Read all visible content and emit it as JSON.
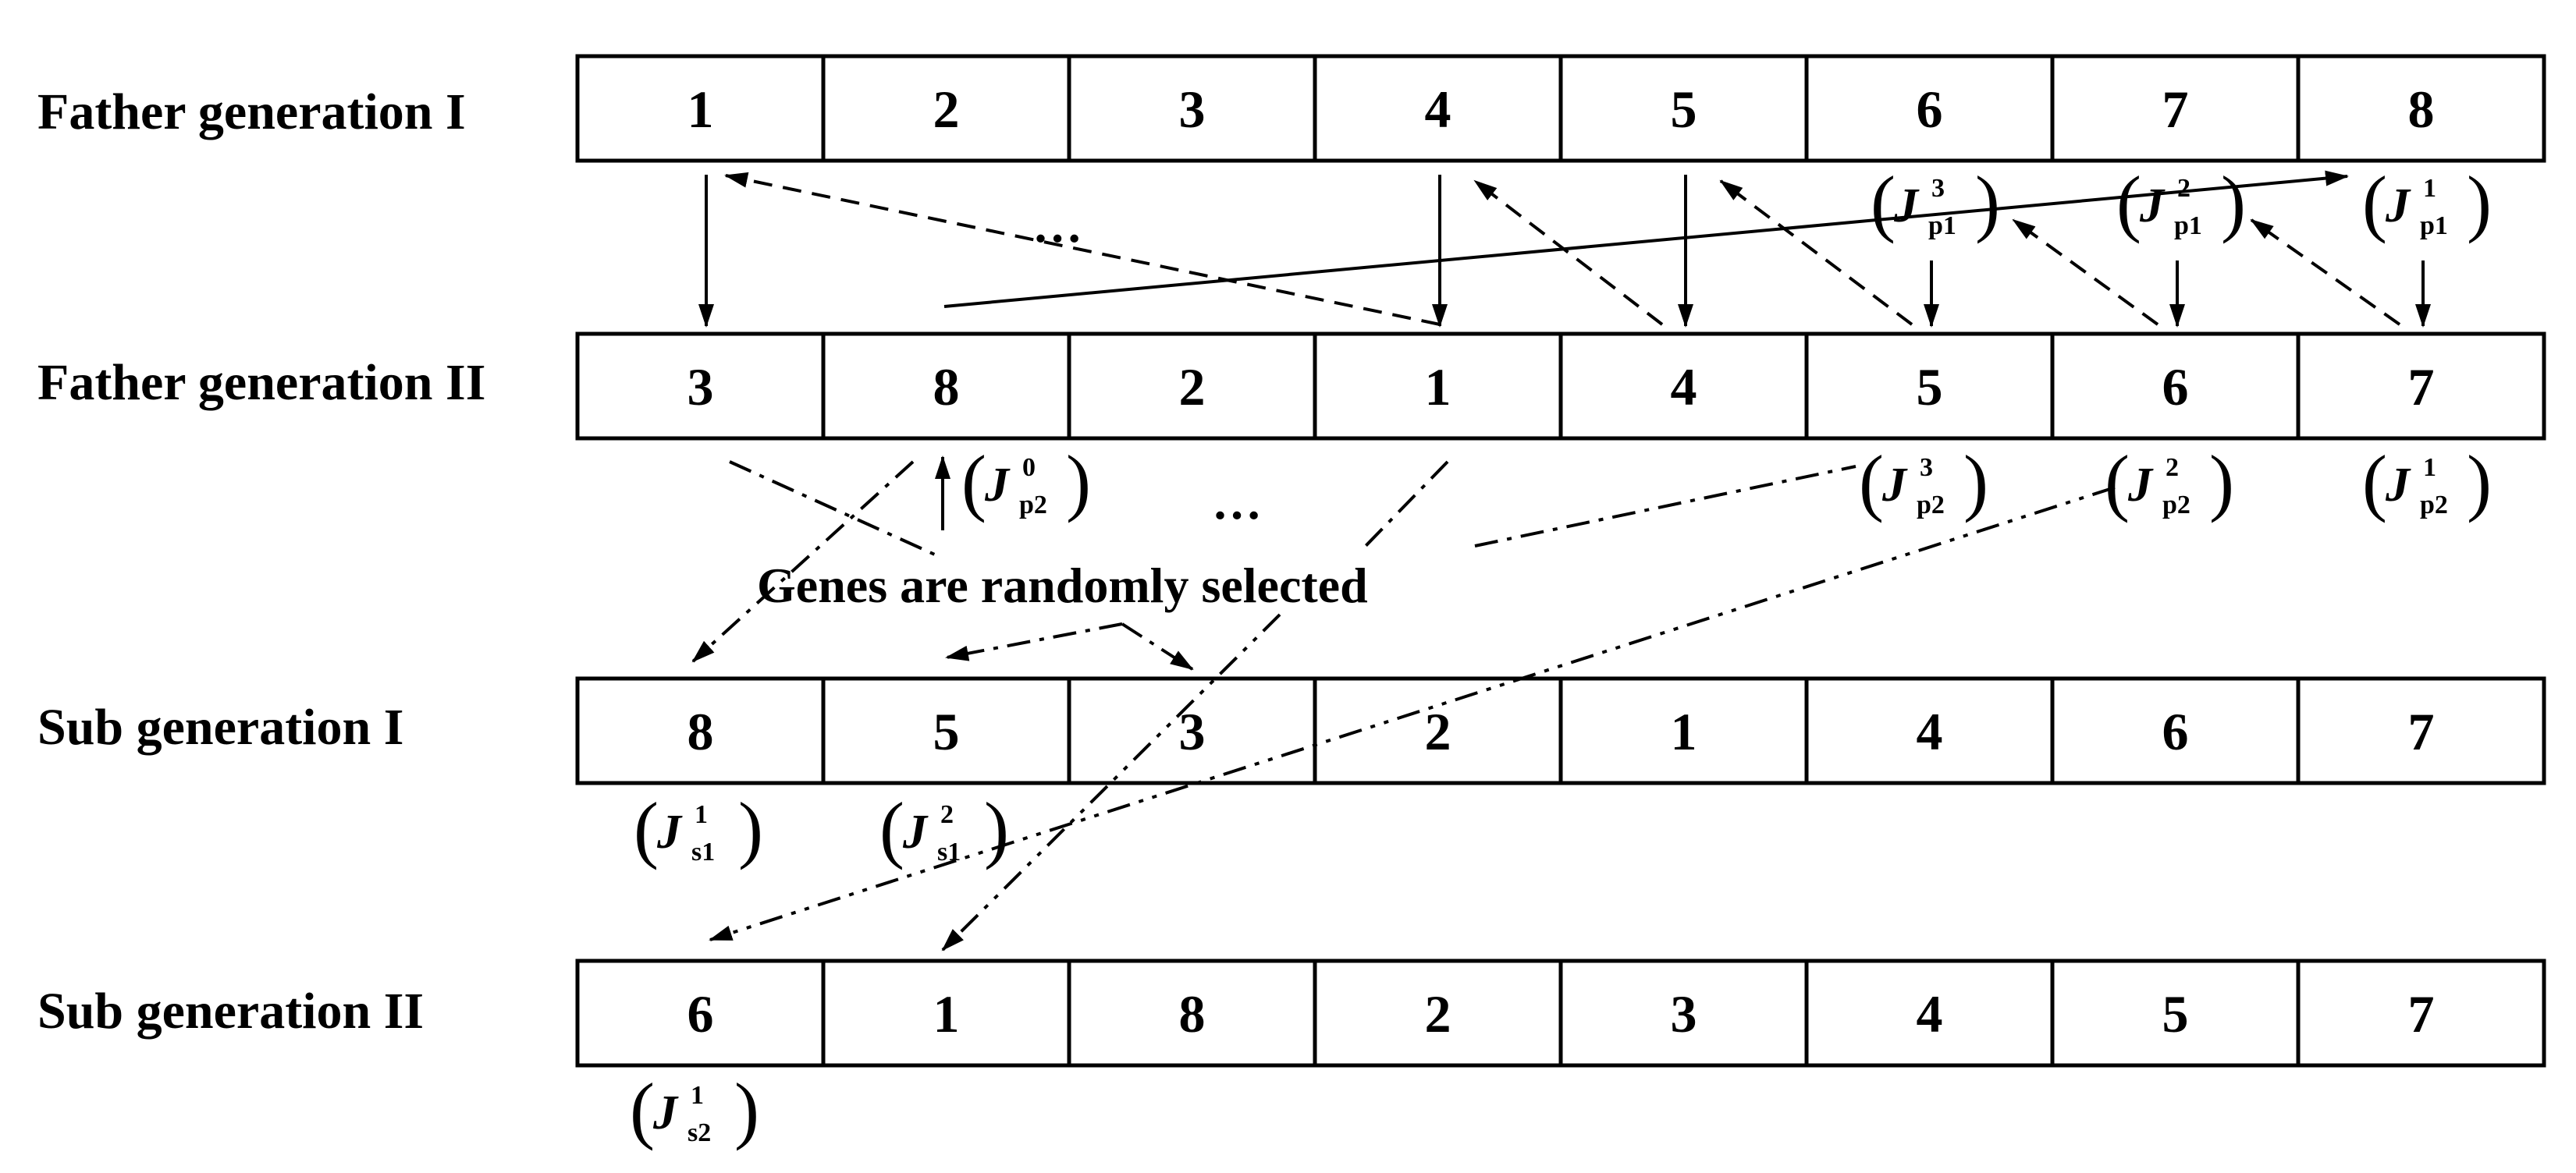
{
  "rows": [
    {
      "id": "father-generation-1",
      "label": "Father generation I",
      "genes": [
        "1",
        "2",
        "3",
        "4",
        "5",
        "6",
        "7",
        "8"
      ]
    },
    {
      "id": "father-generation-2",
      "label": "Father generation II",
      "genes": [
        "3",
        "8",
        "2",
        "1",
        "4",
        "5",
        "6",
        "7"
      ]
    },
    {
      "id": "sub-generation-1",
      "label": "Sub generation I",
      "genes": [
        "8",
        "5",
        "3",
        "2",
        "1",
        "4",
        "6",
        "7"
      ]
    },
    {
      "id": "sub-generation-2",
      "label": "Sub generation II",
      "genes": [
        "6",
        "1",
        "8",
        "2",
        "3",
        "4",
        "5",
        "7"
      ]
    }
  ],
  "note": "Genes are randomly selected",
  "ellipses": [
    "…",
    "…"
  ],
  "symbols": [
    {
      "id": "jp1-3",
      "base": "J",
      "sup": "3",
      "sub": "p1"
    },
    {
      "id": "jp1-2",
      "base": "J",
      "sup": "2",
      "sub": "p1"
    },
    {
      "id": "jp1-1",
      "base": "J",
      "sup": "1",
      "sub": "p1"
    },
    {
      "id": "jp2-0",
      "base": "J",
      "sup": "0",
      "sub": "p2"
    },
    {
      "id": "jp2-3",
      "base": "J",
      "sup": "3",
      "sub": "p2"
    },
    {
      "id": "jp2-2",
      "base": "J",
      "sup": "2",
      "sub": "p2"
    },
    {
      "id": "jp2-1",
      "base": "J",
      "sup": "1",
      "sub": "p2"
    },
    {
      "id": "js1-1",
      "base": "J",
      "sup": "1",
      "sub": "s1"
    },
    {
      "id": "js1-2",
      "base": "J",
      "sup": "2",
      "sub": "s1"
    },
    {
      "id": "js2-1",
      "base": "J",
      "sup": "1",
      "sub": "s2"
    }
  ],
  "colors": {
    "line": "#000000",
    "background": "#ffffff"
  }
}
